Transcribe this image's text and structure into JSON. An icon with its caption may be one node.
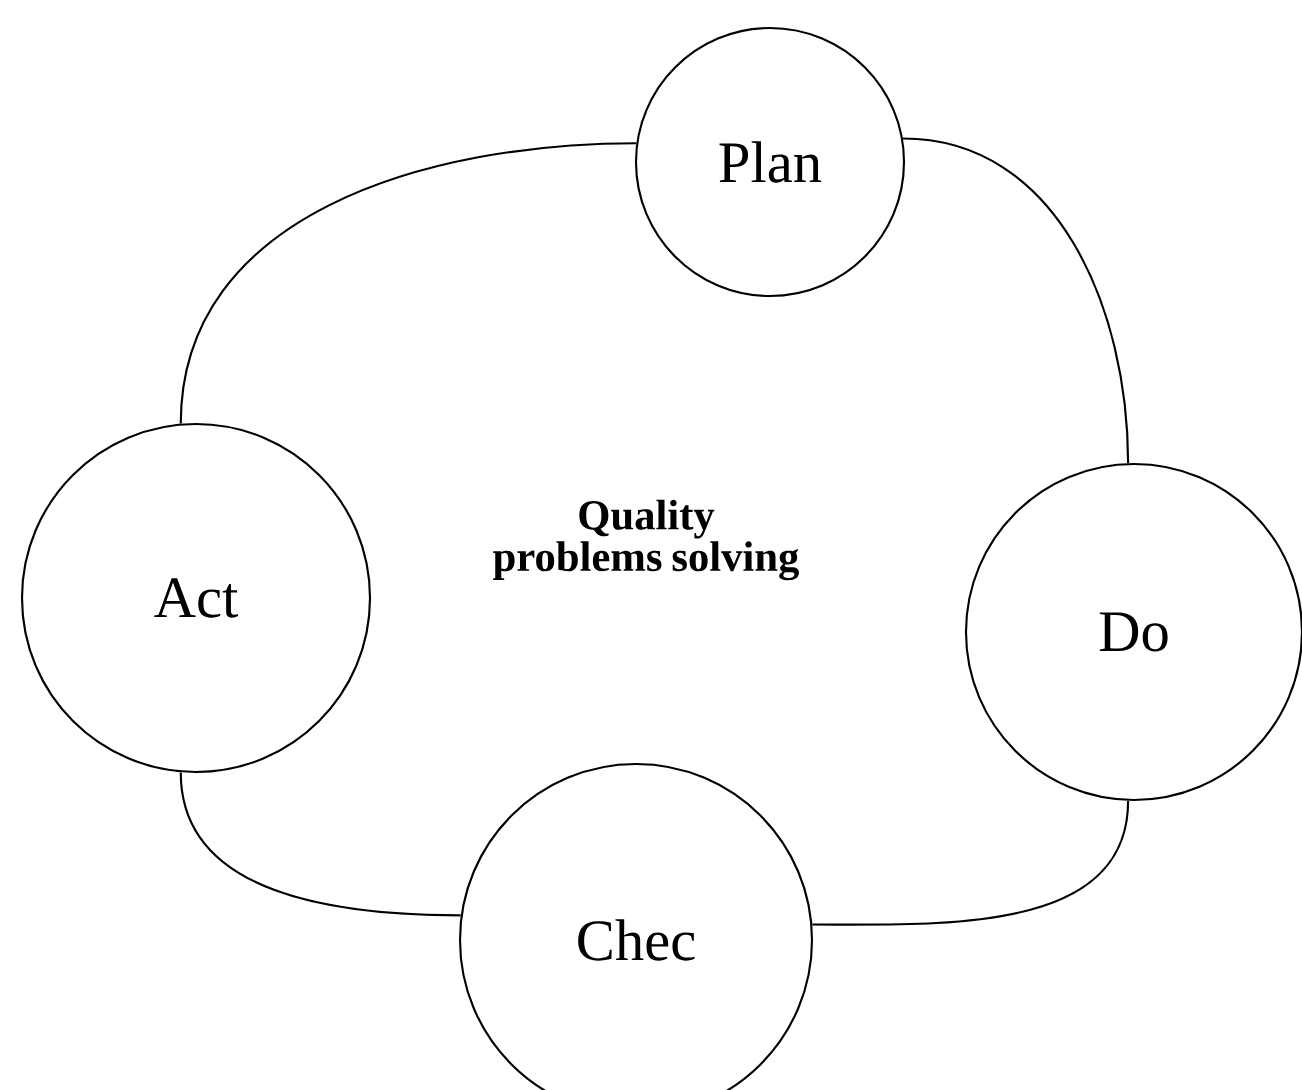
{
  "diagram": {
    "nodes": [
      {
        "text": [
          "Plan"
        ]
      },
      {
        "text": [
          "Do"
        ]
      },
      {
        "text": [
          "Chec"
        ]
      },
      {
        "text": [
          "Act"
        ]
      }
    ],
    "edges": [
      {
        "from": 0,
        "to": 1,
        "arrow": "none"
      },
      {
        "from": 1,
        "to": 2,
        "arrow": "none"
      },
      {
        "from": 2,
        "to": 3,
        "arrow": "none"
      },
      {
        "from": 3,
        "to": 0,
        "arrow": "none"
      }
    ],
    "labels": [
      "Quality problems solving"
    ]
  }
}
